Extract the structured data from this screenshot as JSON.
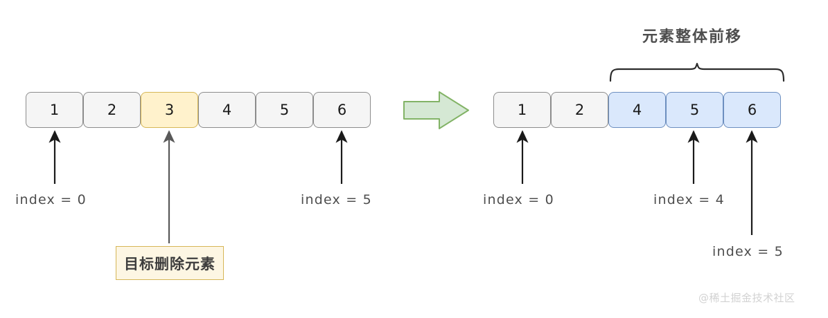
{
  "diagram": {
    "title_right": "元素整体前移",
    "note_label": "目标删除元素",
    "watermark": "@稀土掘金技术社区",
    "transition_icon": "right-arrow-icon",
    "brace_icon": "curly-brace-icon"
  },
  "left_array": {
    "cells": [
      {
        "value": "1",
        "style": "plain"
      },
      {
        "value": "2",
        "style": "plain"
      },
      {
        "value": "3",
        "style": "yellow"
      },
      {
        "value": "4",
        "style": "plain"
      },
      {
        "value": "5",
        "style": "plain"
      },
      {
        "value": "6",
        "style": "plain"
      }
    ],
    "labels": [
      {
        "text": "index = 0"
      },
      {
        "text": "index = 5"
      }
    ]
  },
  "right_array": {
    "cells": [
      {
        "value": "1",
        "style": "plain"
      },
      {
        "value": "2",
        "style": "plain"
      },
      {
        "value": "4",
        "style": "blue"
      },
      {
        "value": "5",
        "style": "blue"
      },
      {
        "value": "6",
        "style": "blue"
      }
    ],
    "labels": [
      {
        "text": "index = 0"
      },
      {
        "text": "index = 4"
      },
      {
        "text": "index = 5"
      }
    ]
  },
  "colors": {
    "plain_fill": "#f5f5f5",
    "plain_border": "#8c8c8c",
    "yellow_fill": "#fff2cc",
    "yellow_border": "#d6b656",
    "blue_fill": "#dae8fc",
    "blue_border": "#6c8ebf",
    "arrow_green_fill": "#d5e8d4",
    "arrow_green_border": "#82b366",
    "text_dark": "#4d4d4d",
    "watermark": "#d2d2d2"
  }
}
